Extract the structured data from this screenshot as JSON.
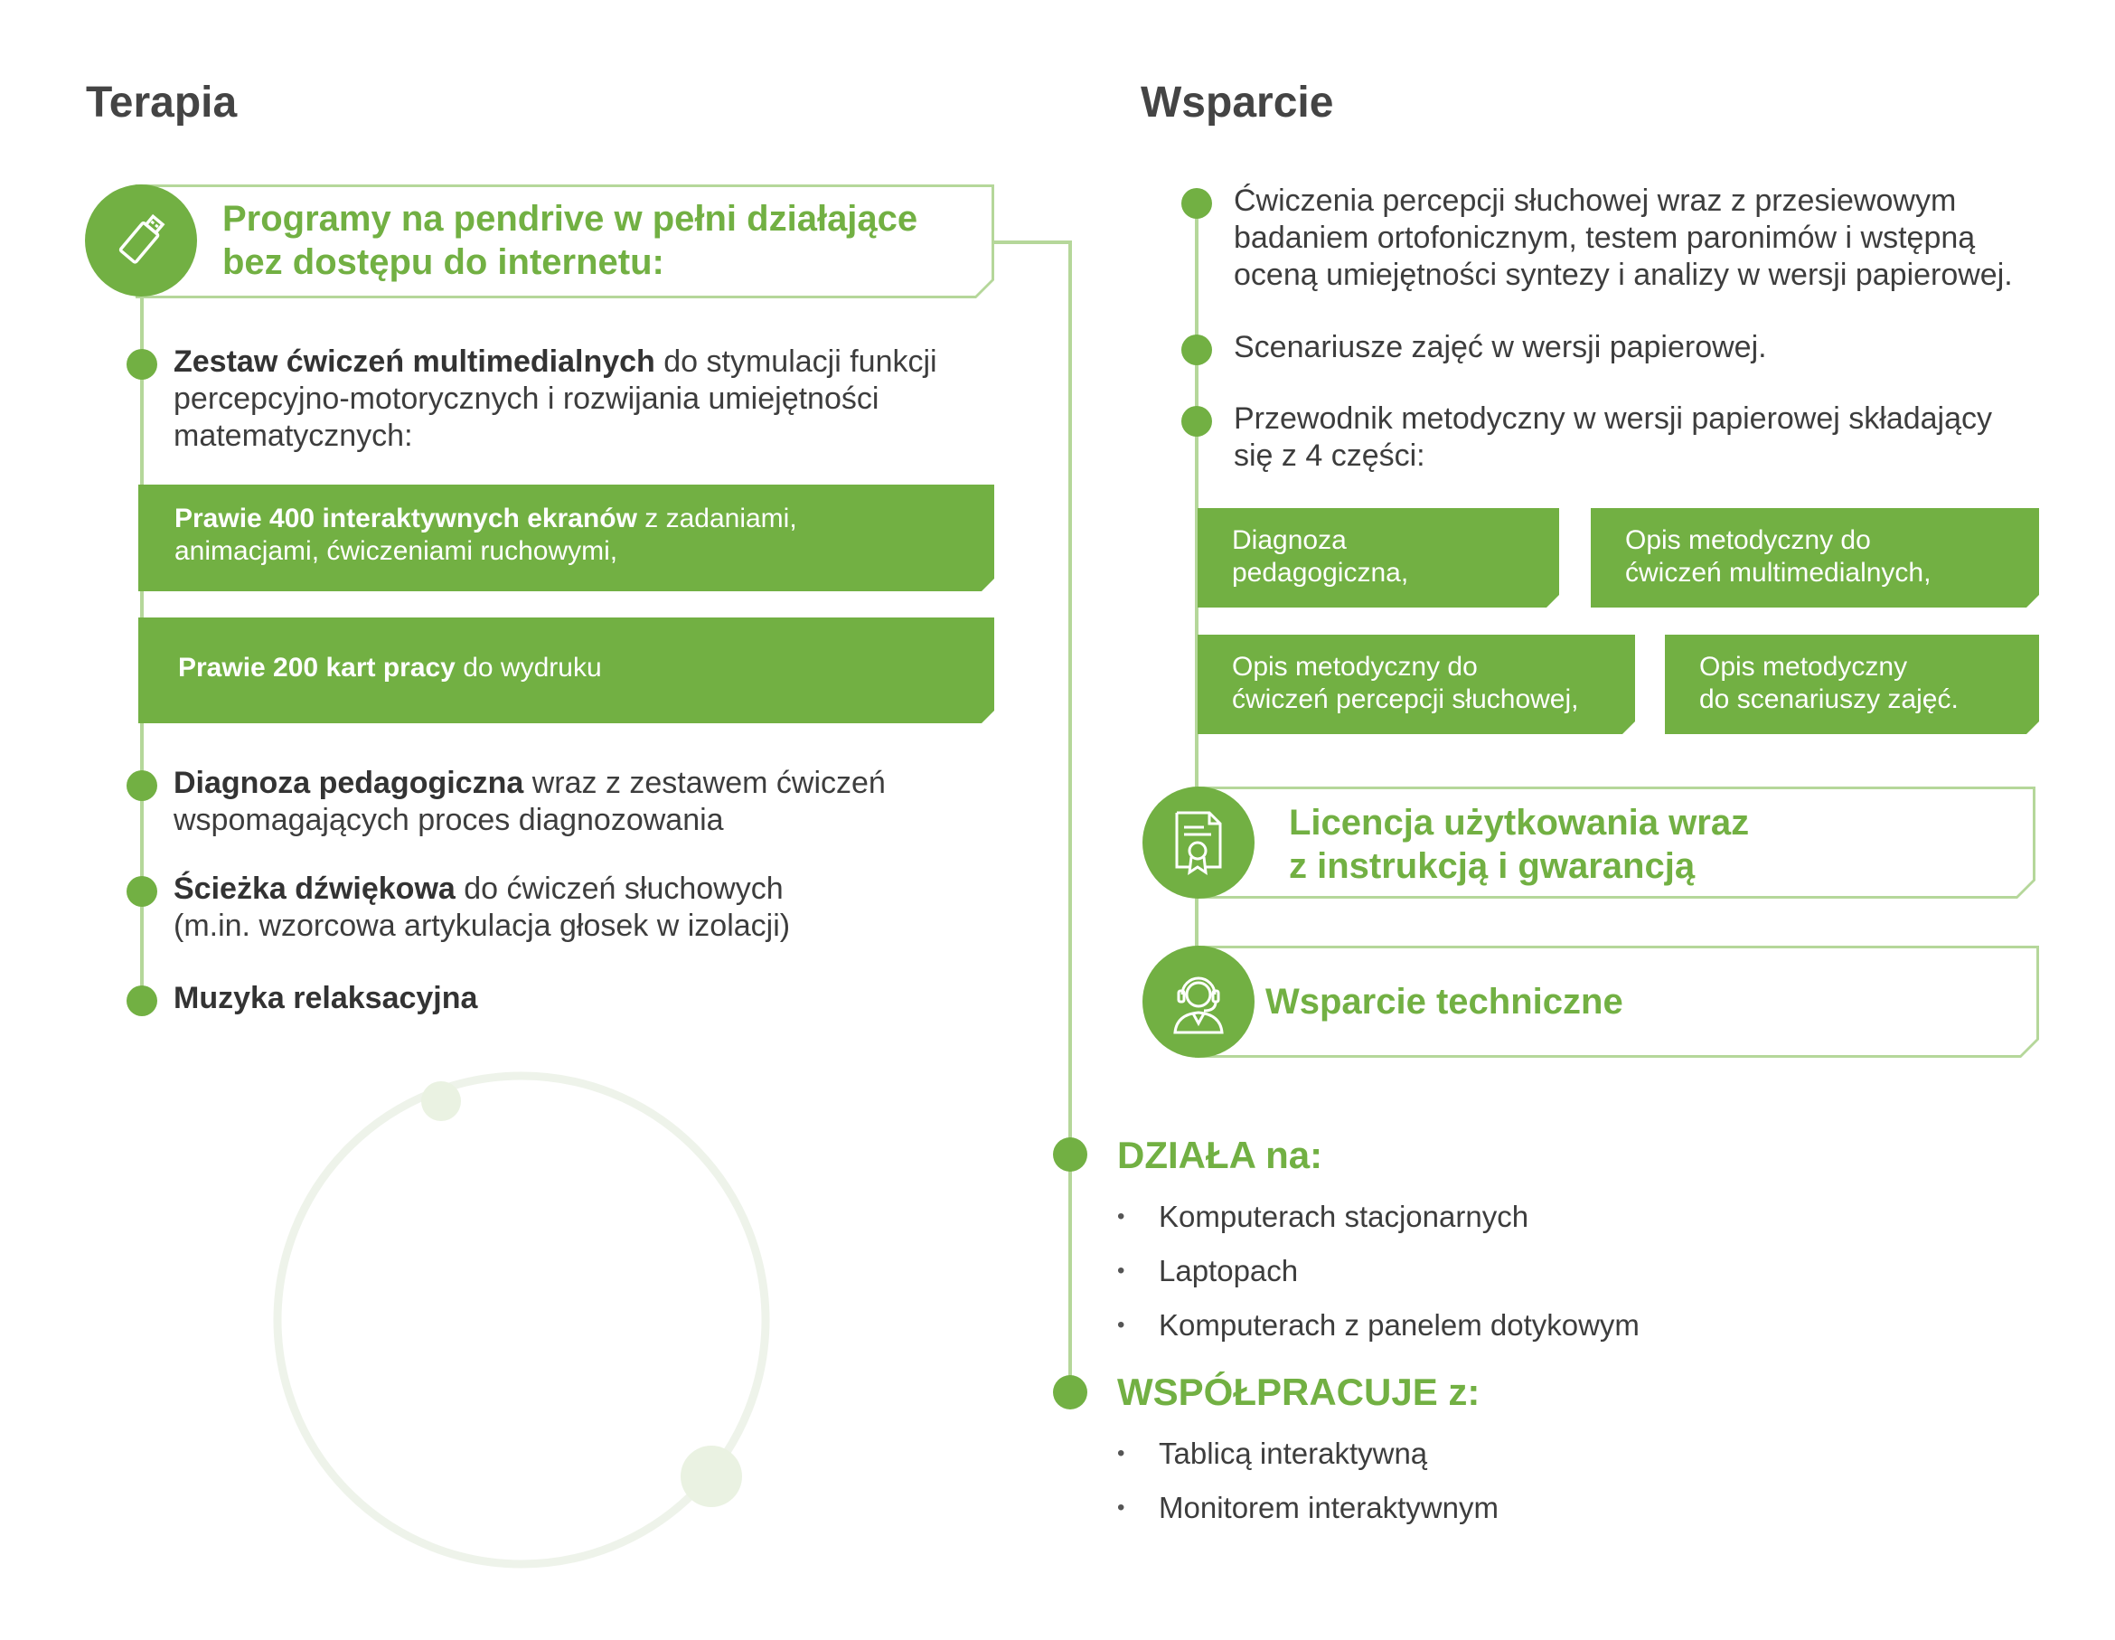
{
  "colors": {
    "accent": "#72b043",
    "accent_light": "#b5d79a",
    "circle_light": "#eaf2e2"
  },
  "left": {
    "heading": "Terapia",
    "box_title_line1": "Programy na pendrive w pełni działające",
    "box_title_line2": "bez dostępu do internetu:",
    "box_icon": "usb-drive-icon",
    "item1": {
      "bold": "Zestaw ćwiczeń multimedialnych",
      "rest": " do stymulacji funkcji",
      "line2": "percepcyjno-motorycznych i rozwijania umiejętności",
      "line3": "matematycznych:"
    },
    "green1": {
      "bold": "Prawie 400 interaktywnych ekranów",
      "rest": " z zadaniami,",
      "line2": "animacjami, ćwiczeniami ruchowymi,"
    },
    "green2": {
      "bold": "Prawie 200 kart pracy",
      "rest": " do wydruku"
    },
    "item2": {
      "bold": "Diagnoza pedagogiczna",
      "rest": " wraz z zestawem ćwiczeń",
      "line2": "wspomagających proces diagnozowania"
    },
    "item3": {
      "bold": "Ścieżka dźwiękowa",
      "rest": " do ćwiczeń słuchowych",
      "line2": "(m.in. wzorcowa artykulacja głosek w izolacji)"
    },
    "item4": {
      "bold": "Muzyka relaksacyjna"
    }
  },
  "right": {
    "heading": "Wsparcie",
    "item1": {
      "line1": "Ćwiczenia percepcji słuchowej wraz z przesiewowym",
      "line2": "badaniem ortofonicznym, testem paronimów i wstępną",
      "line3": "oceną umiejętności syntezy i analizy w wersji papierowej."
    },
    "item2": {
      "line1": "Scenariusze zajęć w wersji papierowej."
    },
    "item3": {
      "line1": "Przewodnik metodyczny w wersji papierowej składający",
      "line2": "się z 4 części:"
    },
    "parts": [
      {
        "line1": "Diagnoza",
        "line2": "pedagogiczna,"
      },
      {
        "line1": "Opis metodyczny do",
        "line2": "ćwiczeń multimedialnych,"
      },
      {
        "line1": "Opis metodyczny do",
        "line2": "ćwiczeń percepcji słuchowej,"
      },
      {
        "line1": "Opis metodyczny",
        "line2": "do scenariuszy zajęć."
      }
    ],
    "license": {
      "line1": "Licencja użytkowania wraz",
      "line2": "z instrukcją i gwarancją",
      "icon": "certificate-icon"
    },
    "support": {
      "title": "Wsparcie techniczne",
      "icon": "headset-support-icon"
    }
  },
  "works_on": {
    "title": "DZIAŁA na:",
    "items": [
      "Komputerach stacjonarnych",
      "Laptopach",
      "Komputerach z panelem dotykowym"
    ]
  },
  "cooperates": {
    "title": "WSPÓŁPRACUJE z:",
    "items": [
      "Tablicą interaktywną",
      "Monitorem interaktywnym"
    ]
  }
}
